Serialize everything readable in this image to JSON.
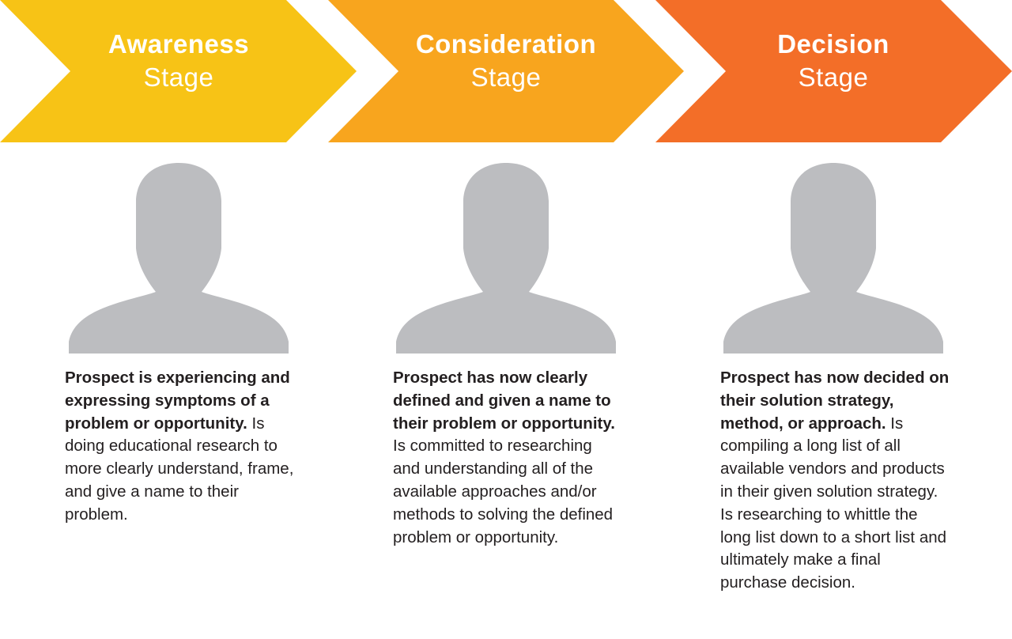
{
  "stages": [
    {
      "title": "Awareness",
      "subtitle": "Stage",
      "color": "#F7C316",
      "description_bold": "Prospect is experiencing and expressing symptoms of a problem or opportunity.",
      "description": " Is doing educational research to more clearly understand, frame, and give a name to their problem."
    },
    {
      "title": "Consideration",
      "subtitle": "Stage",
      "color": "#F8A51E",
      "description_bold": "Prospect has now clearly defined and given a name to their problem or opportunity.",
      "description": " Is committed to researching and understanding all of the available approaches and/or methods to solving the defined problem or opportunity."
    },
    {
      "title": "Decision",
      "subtitle": "Stage",
      "color": "#F36E28",
      "description_bold": "Prospect has now decided on their solution strategy, method, or approach.",
      "description": " Is compiling a long list of all available vendors and products in their given solution strategy. Is researching to whittle the long list down to a short list and ultimately make a final purchase decision."
    }
  ],
  "avatar_color": "#BCBDC0",
  "icons": {
    "avatar": "person-silhouette-icon"
  }
}
